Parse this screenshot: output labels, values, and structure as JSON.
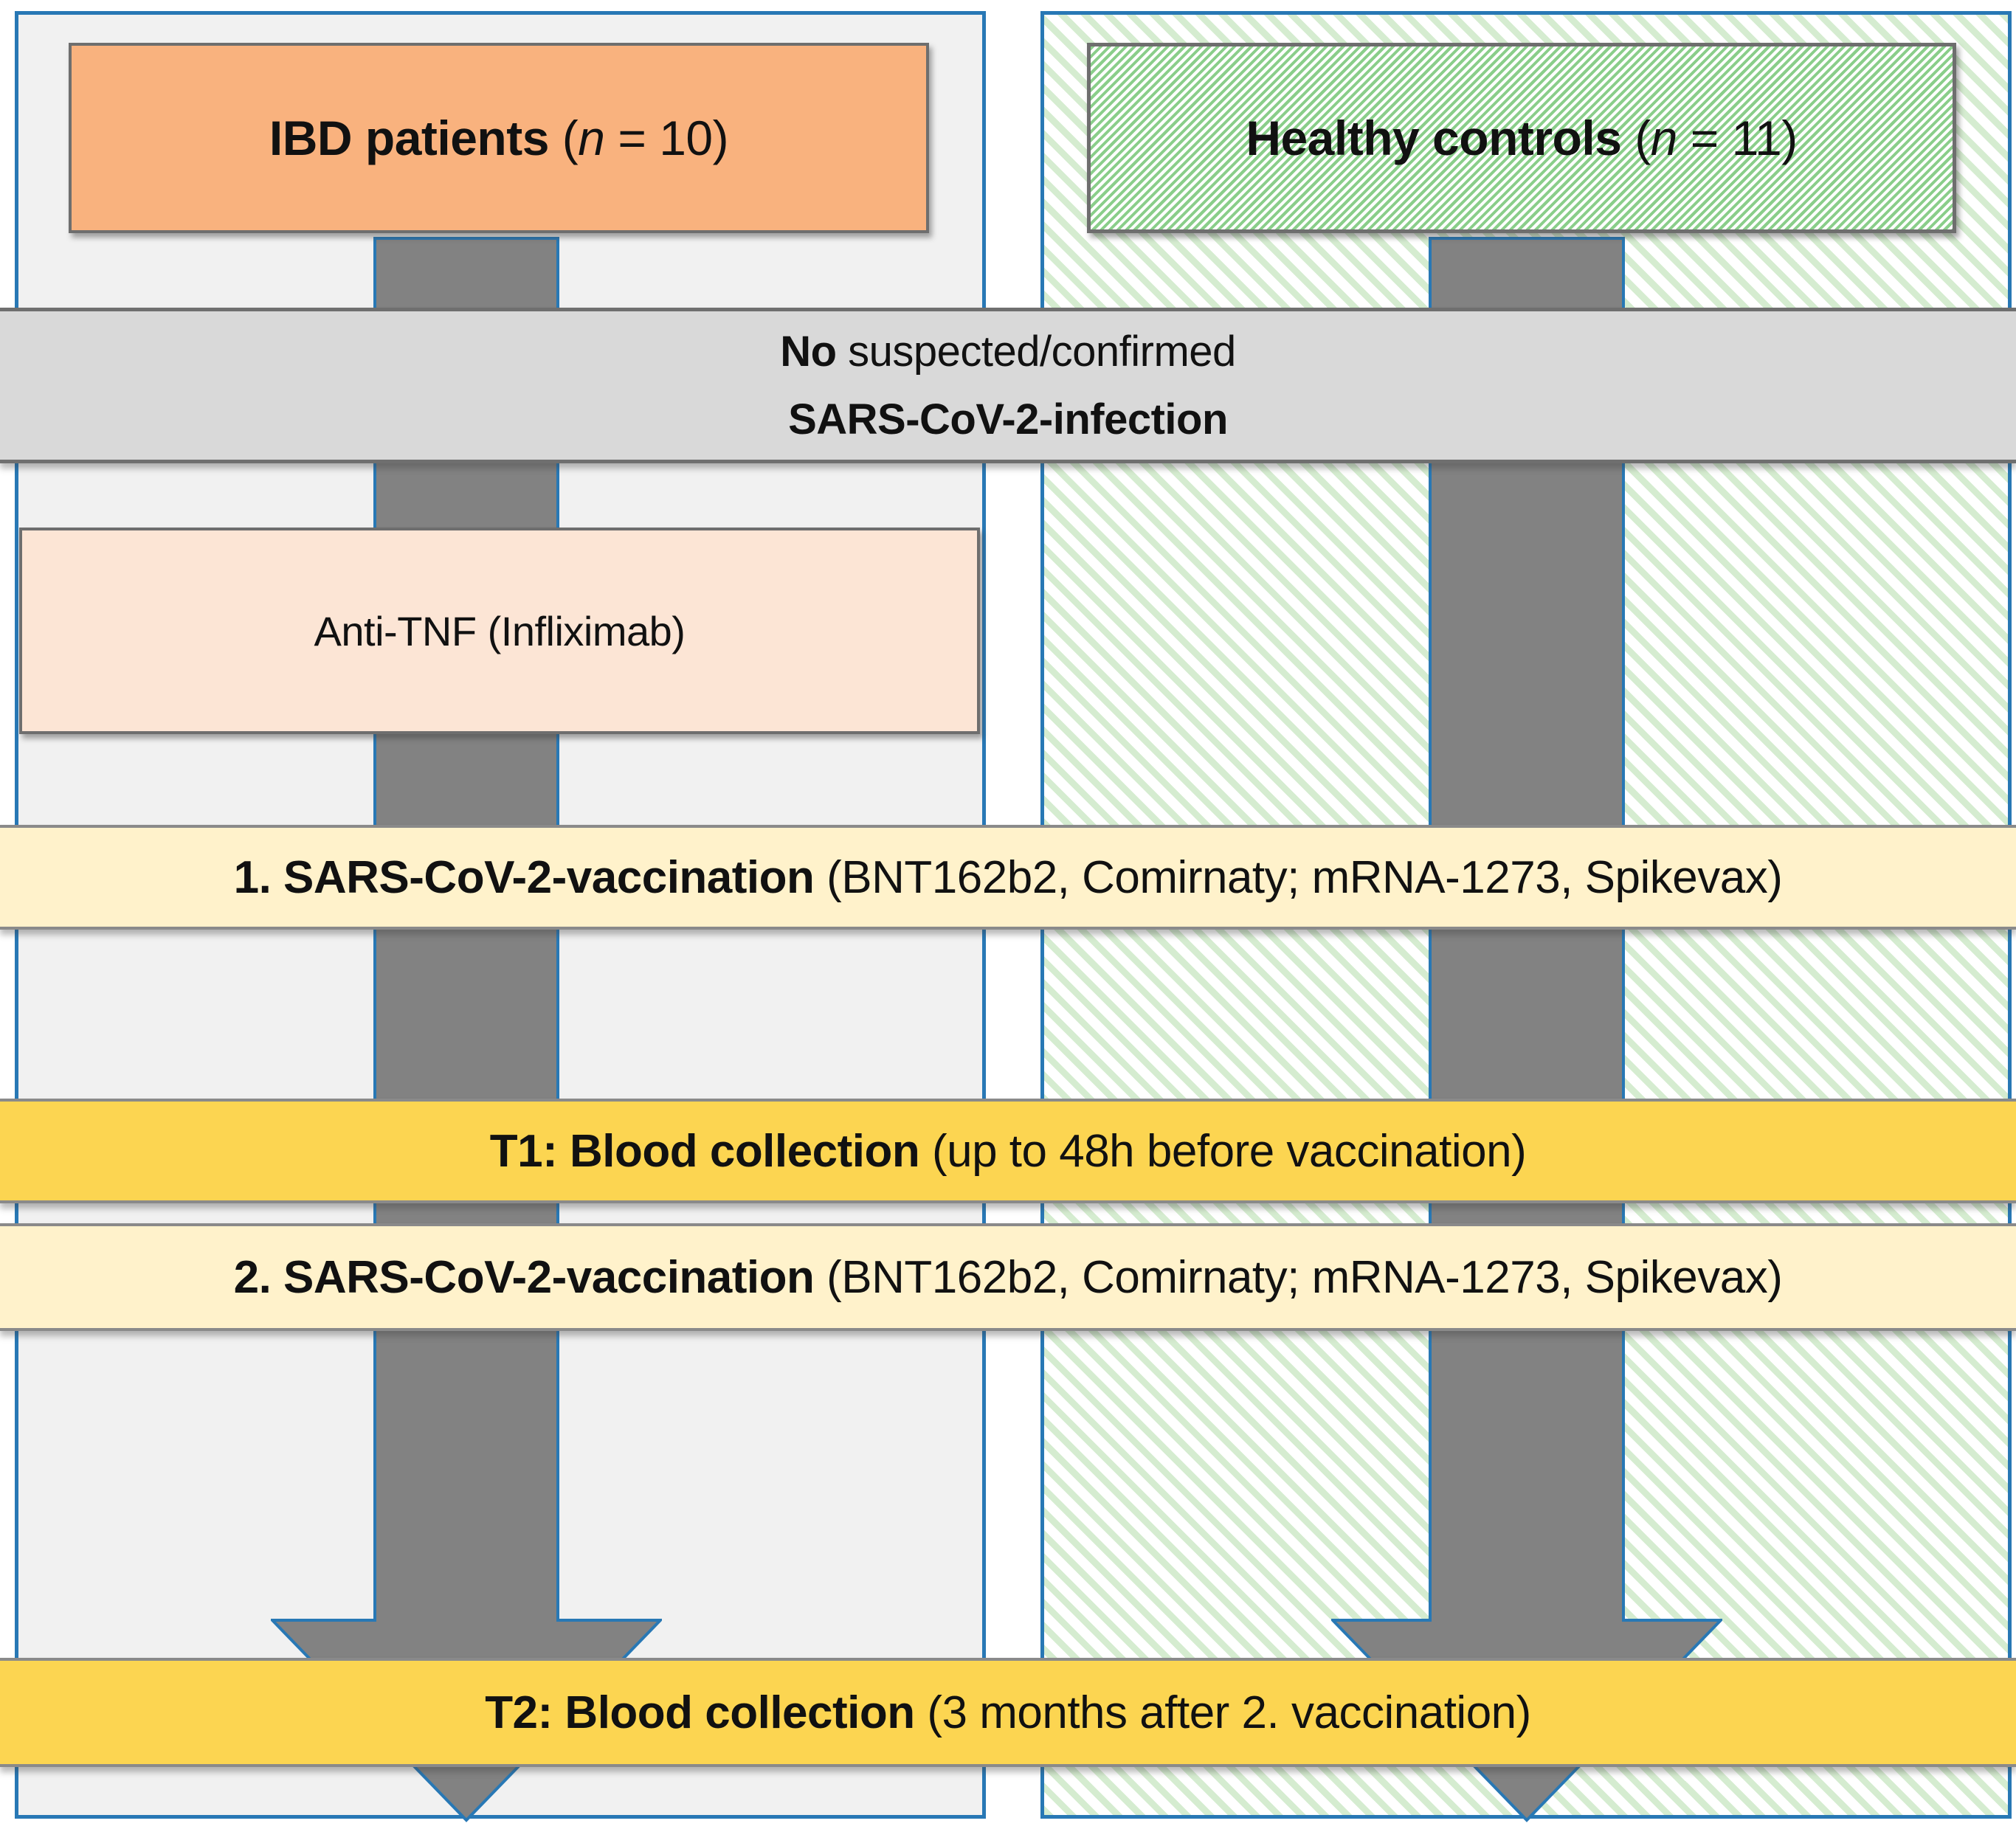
{
  "colors": {
    "page_bg": "#ffffff",
    "column_fill": "#f1f1f1",
    "column_border": "#2878b5",
    "hatch_pale": "#d5ecd0",
    "hatch_green": "#8ace8a",
    "box_border_gray": "#6e6e6e",
    "orange_box": "#f9b27e",
    "peach_box": "#fce5d5",
    "gray_band": "#d9d9d9",
    "gray_band_border": "#6f6f6f",
    "cream_band": "#fff2cb",
    "gold_band": "#fcd551",
    "band_border": "#8a8a8a",
    "arrow_fill": "#828282",
    "arrow_stroke": "#2878b5",
    "text": "#111111"
  },
  "left_column": {
    "header_bold": "IBD patients",
    "header_open": "(",
    "header_var": "n",
    "header_rest": " = 10)",
    "treatment_label": "Anti-TNF (Infliximab)"
  },
  "right_column": {
    "header_bold": "Healthy controls",
    "header_open": "(",
    "header_var": "n",
    "header_rest": " = 11)"
  },
  "bands": {
    "exclusion": {
      "line1_bold": "No",
      "line1_rest": " suspected/confirmed",
      "line2_bold": "SARS-CoV-2-infection"
    },
    "vax1": {
      "bold": "1. SARS-CoV-2-vaccination",
      "rest": " (BNT162b2, Comirnaty; mRNA-1273, Spikevax)"
    },
    "t1": {
      "bold": "T1: Blood collection",
      "rest": " (up to 48h before vaccination)"
    },
    "vax2": {
      "bold": "2. SARS-CoV-2-vaccination",
      "rest": " (BNT162b2, Comirnaty; mRNA-1273, Spikevax)"
    },
    "t2": {
      "bold": "T2: Blood collection",
      "rest": " (3 months after 2. vaccination)"
    }
  }
}
